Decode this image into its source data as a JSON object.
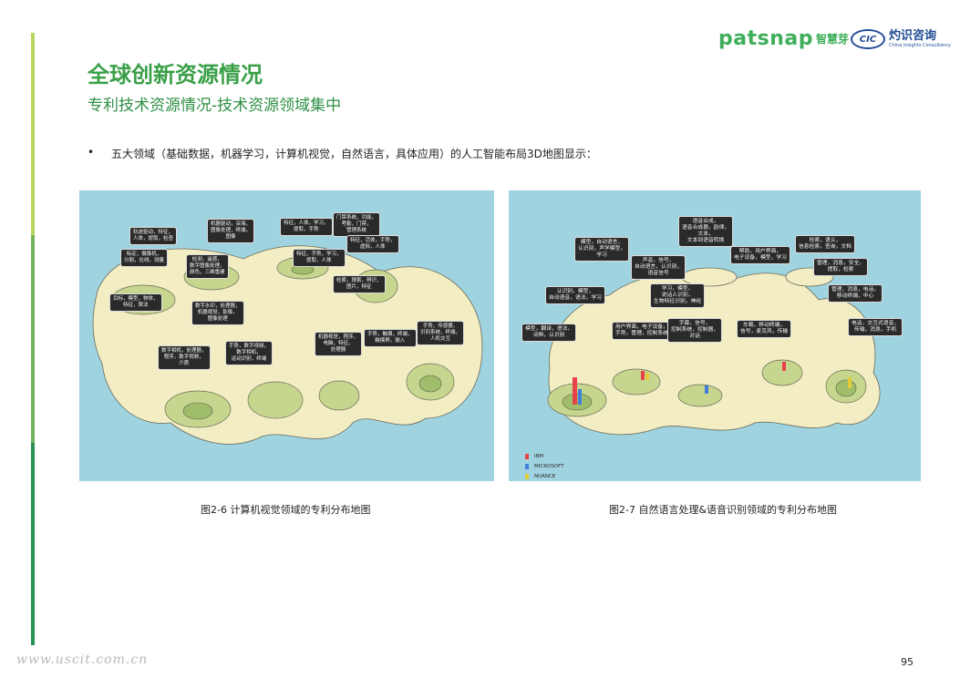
{
  "header": {
    "logo_patsnap": "patsnap",
    "logo_patsnap_cn": "智慧芽",
    "logo_cic_mark": "CIC",
    "logo_cic_cn": "灼识咨询",
    "logo_cic_en": "China Insights Consultancy"
  },
  "title": "全球创新资源情况",
  "subtitle": "专利技术资源情况-技术资源领域集中",
  "bullet": {
    "marker": "•",
    "text": "五大领域（基础数据，机器学习，计算机视觉，自然语言，具体应用）的人工智能布局3D地图显示："
  },
  "figure_left": {
    "caption": "图2-6 计算机视觉领域的专利分布地图",
    "labels": [
      "轨迹驱动，特征，\n人体，提取，检查",
      "机器驱动，深海，\n图像处理，终端，\n图像",
      "特征，人体，学习，\n提取，手势",
      "门禁系统，功能，\n考勤，门禁，\n管理系统",
      "标定，摄像机，\n分割，在线，测量",
      "检测，遥感，\n数字图像处理，\n颜色，三维重建",
      "特征，手势，学习，\n提取，人体",
      "特征，活体，手势，\n虚拟，人体",
      "检索，搜索，辨识，\n图片，特征",
      "目标，模型，物体，\n特征，算法",
      "数字水印，处理器，\n机器视觉，影像，\n图像处理",
      "数字相机，处理器，\n程序，数字视频，\n介质",
      "手势，数字视频，\n数字相机，\n运动识别，终端",
      "机器视觉，程序，\n电脑，特征，\n处理器",
      "手势，触摸，终端，\n触摸屏，输入",
      "手势，传感器，\n识别系统，终端，\n人机交互"
    ]
  },
  "figure_right": {
    "caption": "图2-7 自然语言处理&语音识别领域的专利分布地图",
    "labels": [
      "语音合成，\n语音合成器，韵律，\n文本，\n文本到语音转换",
      "模型，自动语言，\n认识别，声学模型，\n学习",
      "声音，信号，\n自动语言，认识别，\n语音信号",
      "帮助，用户界面，\n电子设备，模型，学习",
      "检索，语义，\n信息检索，查询，文档",
      "管理，消息，安全，\n提取，检索",
      "认识别，模型，\n自动语音，语法，学习",
      "学习，模型，\n说话人识别，\n生物特征识别，神经",
      "管理，消息，电话，\n移动终端，中心",
      "模型，翻译，语法，\n词典，认识别",
      "用户界面，电子设备，\n手势，管理，控制系统",
      "字幕，信号，\n控制系统，控制器，\n对话",
      "车载，移动终端，\n信号，麦克风，传输",
      "电话，交互式语音，\n传输，消息，手机"
    ],
    "legend": [
      {
        "name": "IBM",
        "color": "#e8434b"
      },
      {
        "name": "MICROSOFT",
        "color": "#3f7fd8"
      },
      {
        "name": "NUANCE",
        "color": "#e2cc3a"
      }
    ]
  },
  "watermark": "www.uscit.com.cn",
  "page_number": "95"
}
